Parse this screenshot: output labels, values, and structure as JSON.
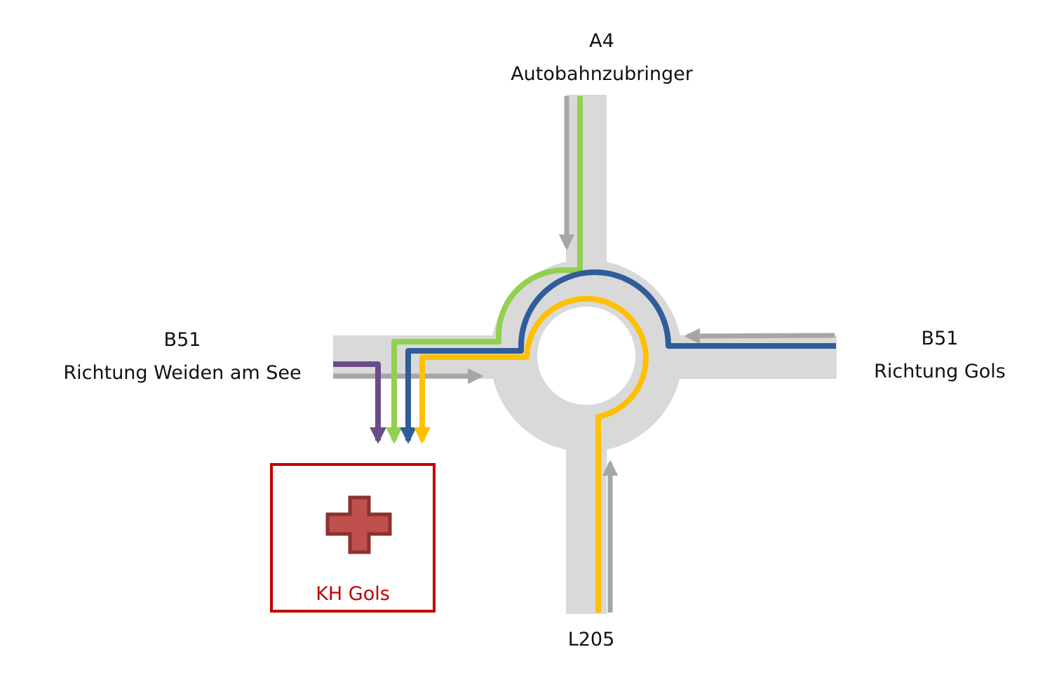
{
  "labels": {
    "north": {
      "line1": "A4",
      "line2": "Autobahnzubringer"
    },
    "west": {
      "line1": "B51",
      "line2": "Richtung Weiden am See"
    },
    "east": {
      "line1": "B51",
      "line2": "Richtung Gols"
    },
    "south": {
      "line1": "L205"
    }
  },
  "hospital": {
    "name": "KH Gols",
    "icon": "red-cross-icon"
  },
  "colors": {
    "road": "#d9d9d9",
    "traffic_arrow": "#a6a6a6",
    "route_purple": "#6b4c8a",
    "route_green": "#92d050",
    "route_blue": "#2f5d99",
    "route_yellow": "#ffc000",
    "hospital_border": "#c00000",
    "cross_fill": "#c0504d",
    "cross_stroke": "#8c3130"
  }
}
